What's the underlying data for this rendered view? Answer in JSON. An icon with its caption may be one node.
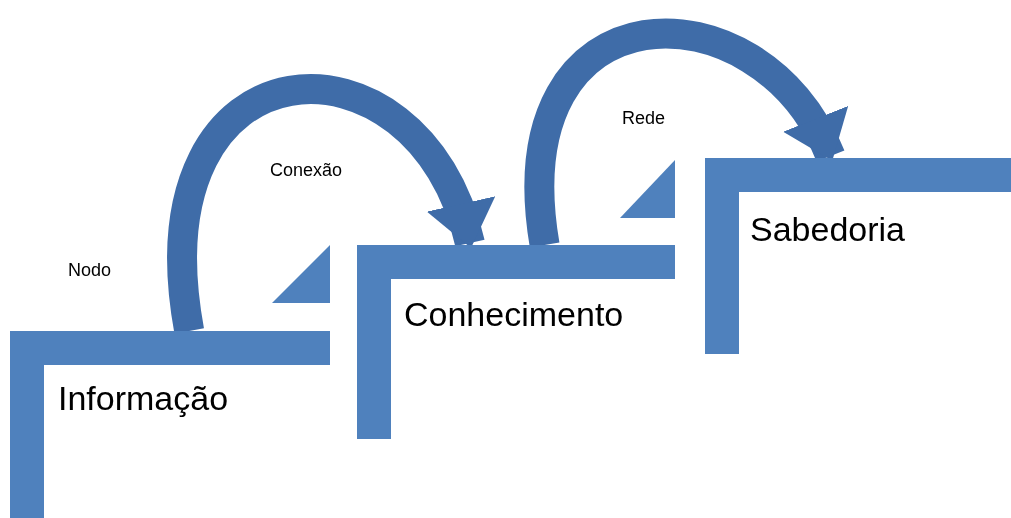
{
  "diagram": {
    "nodes": [
      {
        "text": [
          "Informação"
        ]
      },
      {
        "text": [
          "Conhecimento"
        ]
      },
      {
        "text": [
          "Sabedoria"
        ]
      }
    ],
    "edges": [
      {
        "from": 0,
        "to": 1,
        "arrow": "to"
      },
      {
        "from": 1,
        "to": 2,
        "arrow": "to"
      }
    ],
    "labels": [
      "Nodo",
      "Conexão",
      "Rede"
    ]
  }
}
